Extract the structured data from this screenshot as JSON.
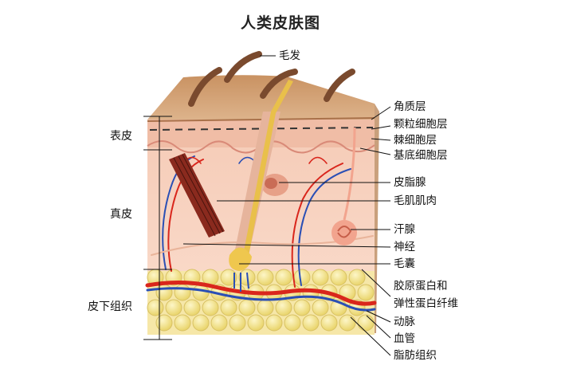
{
  "title": "人类皮肤图",
  "top_label": "毛发",
  "left_labels": [
    "表皮",
    "真皮",
    "皮下组织"
  ],
  "right_labels": [
    "角质层",
    "颗粒细胞层",
    "棘细胞层",
    "基底细胞层",
    "皮脂腺",
    "毛肌肌肉",
    "汗腺",
    "神经",
    "毛囊",
    "胶原蛋白和",
    "弹性蛋白纤维",
    "动脉",
    "血管",
    "脂肪组织"
  ],
  "colors": {
    "skin_surface": "#d4a57a",
    "epidermis": "#f3c5b0",
    "dermis": "#f7cdb9",
    "fat": "#f3e69a",
    "artery": "#d9261c",
    "vein": "#2a4fb5",
    "muscle": "#8a2a1e",
    "hair": "#7a4a2e"
  }
}
